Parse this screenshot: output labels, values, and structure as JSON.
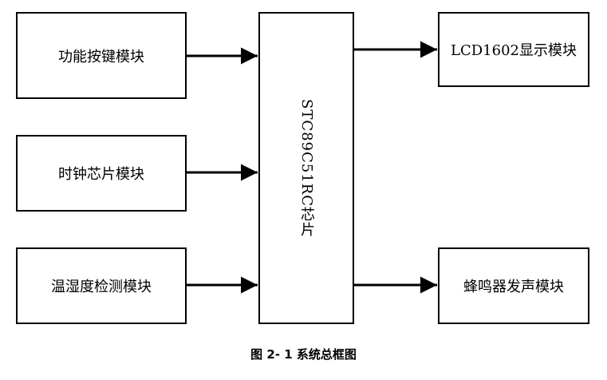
{
  "diagram": {
    "left_modules": [
      "功能按键模块",
      "时钟芯片模块",
      "温湿度检测模块"
    ],
    "center": "STC89C51RC芯片",
    "right_modules": [
      "LCD1602显示模块",
      "蜂鸣器发声模块"
    ],
    "caption": "图 2- 1 系统总框图"
  }
}
